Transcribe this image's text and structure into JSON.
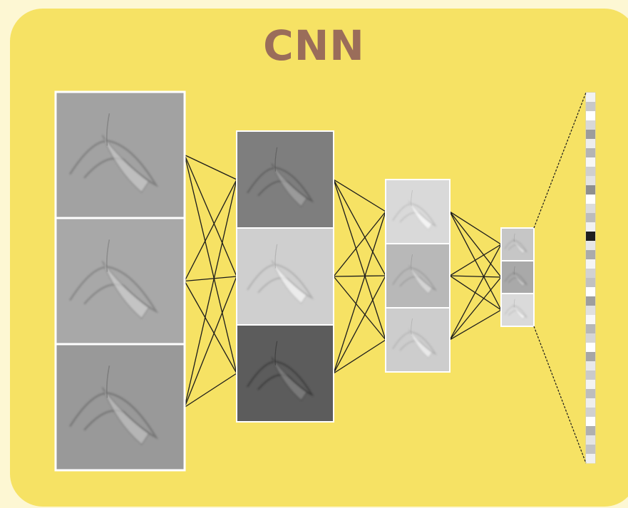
{
  "title": "CNN",
  "colors": {
    "background": "#fdf7d3",
    "panel": "#f6e264",
    "title": "#9a6d5a",
    "connector": "#1a1a1a"
  },
  "layers": [
    {
      "name": "input-feature-maps",
      "maps": 3,
      "tones": [
        "#a2a2a2",
        "#a8a8a8",
        "#999999"
      ]
    },
    {
      "name": "conv-layer-1",
      "maps": 3,
      "tones": [
        "#7e7e7e",
        "#cfcfcf",
        "#5c5c5c"
      ]
    },
    {
      "name": "conv-layer-2",
      "maps": 3,
      "tones": [
        "#d9d9d9",
        "#b8b8b8",
        "#cdcdcd"
      ]
    },
    {
      "name": "conv-layer-3",
      "maps": 3,
      "tones": [
        "#c6c6c6",
        "#a9a9a9",
        "#dadada"
      ]
    }
  ],
  "feature_vector": {
    "cells": [
      "#f2f2f2",
      "#c8c8c8",
      "#ffffff",
      "#d8d8d8",
      "#9c9c9c",
      "#ededed",
      "#b4b4b4",
      "#f7f7f7",
      "#cfcfcf",
      "#e3e3e3",
      "#8f8f8f",
      "#ffffff",
      "#dcdcdc",
      "#bcbcbc",
      "#f1f1f1",
      "#1f1f1f",
      "#e6e6e6",
      "#ababab",
      "#f5f5f5",
      "#d2d2d2",
      "#c1c1c1",
      "#ffffff",
      "#9e9e9e",
      "#e0e0e0",
      "#f8f8f8",
      "#b7b7b7",
      "#d5d5d5",
      "#ffffff",
      "#a6a6a6",
      "#e8e8e8",
      "#cacaca",
      "#f3f3f3",
      "#bdbdbd",
      "#eeeeee",
      "#d0d0d0",
      "#ffffff",
      "#b0b0b0",
      "#e4e4e4",
      "#c3c3c3",
      "#f0f0f0"
    ]
  }
}
